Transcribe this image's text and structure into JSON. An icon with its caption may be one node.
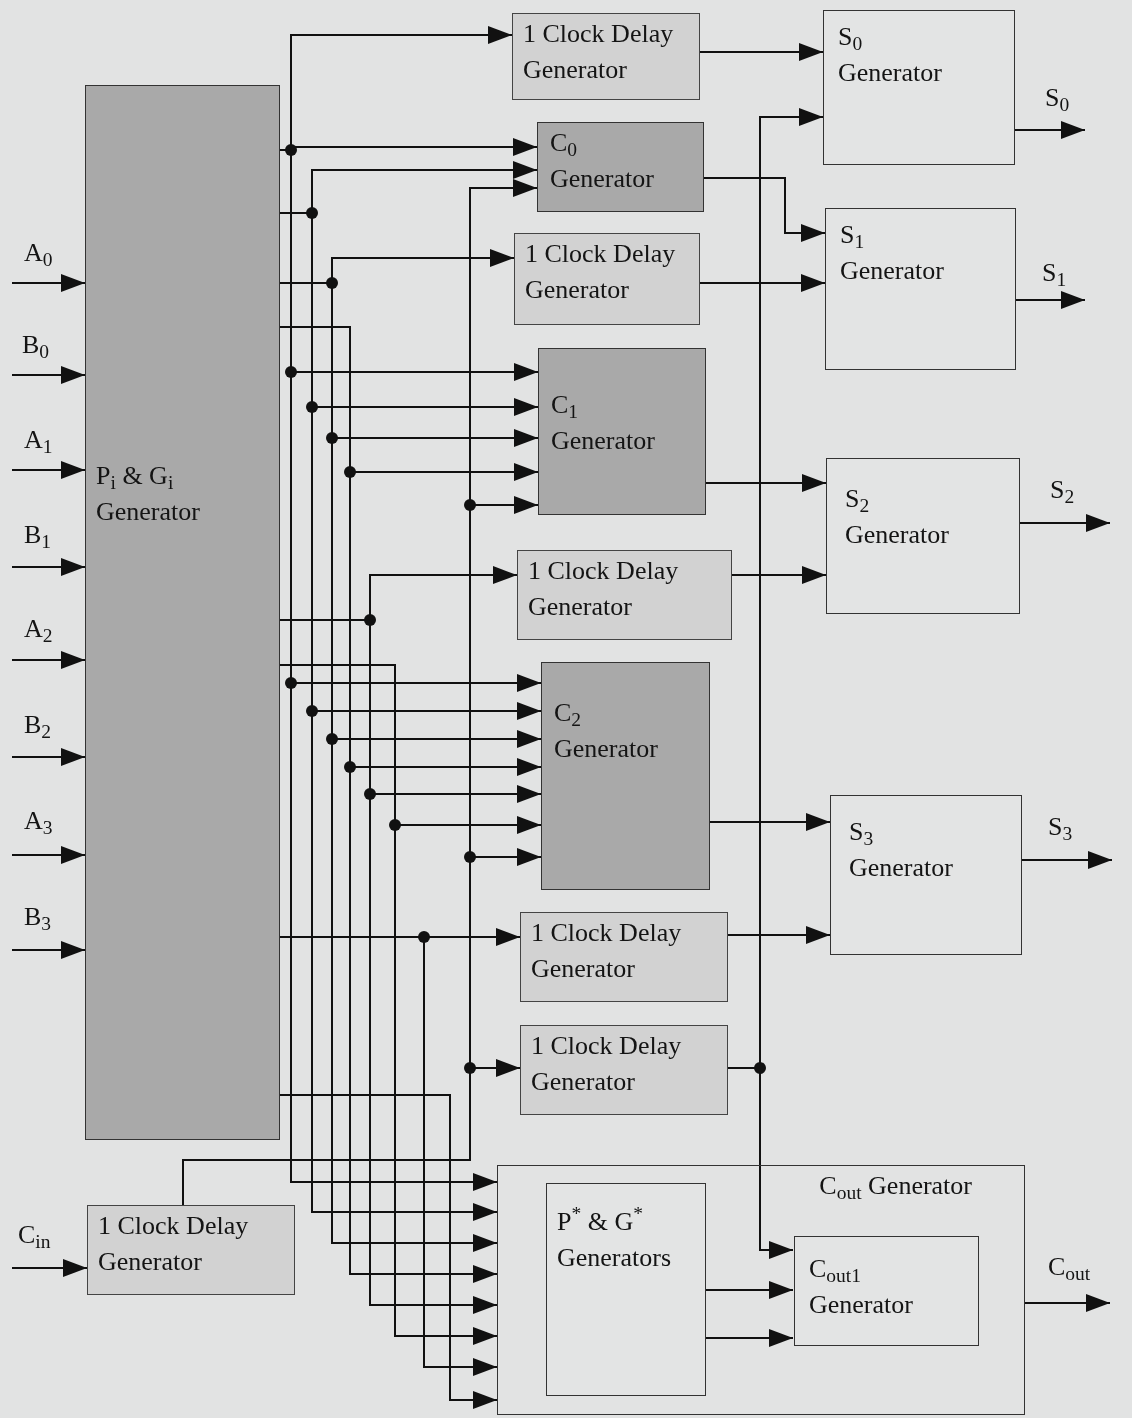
{
  "diagram": {
    "nodes": [
      {
        "text": [
          "P$_{i}$ & G$_{i}$ Generator"
        ]
      },
      {
        "text": [
          "1 Clock Delay Generator"
        ]
      },
      {
        "text": [
          "C$_{0}$ Generator"
        ]
      },
      {
        "text": [
          "1 Clock Delay Generator"
        ]
      },
      {
        "text": [
          "C$_{1}$ Generator"
        ]
      },
      {
        "text": [
          "1 Clock Delay Generator"
        ]
      },
      {
        "text": [
          "C$_{2}$ Generator"
        ]
      },
      {
        "text": [
          "1 Clock Delay Generator"
        ]
      },
      {
        "text": [
          "1 Clock Delay Generator"
        ]
      },
      {
        "text": [
          "S$_{0}$ Generator"
        ]
      },
      {
        "text": [
          "S$_{1}$ Generator"
        ]
      },
      {
        "text": [
          "S$_{2}$ Generator"
        ]
      },
      {
        "text": [
          "S$_{3}$ Generator"
        ]
      },
      {
        "text": [
          "1 Clock Delay Generator"
        ]
      },
      {
        "text": [
          "C$_{out}$ Generator"
        ]
      },
      {
        "text": [
          "P$^{*}$ & G$^{*}$ Generators"
        ],
        "in": 14
      },
      {
        "text": [
          "C$_{out1}$ Generator"
        ],
        "in": 14
      }
    ],
    "edges": [
      {
        "from": null,
        "to": 0,
        "arrow": "to",
        "label": "A$_{0}$"
      },
      {
        "from": null,
        "to": 0,
        "arrow": "to",
        "label": "B$_{0}$"
      },
      {
        "from": null,
        "to": 0,
        "arrow": "to",
        "label": "A$_{1}$"
      },
      {
        "from": null,
        "to": 0,
        "arrow": "to",
        "label": "B$_{1}$"
      },
      {
        "from": null,
        "to": 0,
        "arrow": "to",
        "label": "A$_{2}$"
      },
      {
        "from": null,
        "to": 0,
        "arrow": "to",
        "label": "B$_{2}$"
      },
      {
        "from": null,
        "to": 0,
        "arrow": "to",
        "label": "A$_{3}$"
      },
      {
        "from": null,
        "to": 0,
        "arrow": "to",
        "label": "B$_{3}$"
      },
      {
        "from": null,
        "to": 13,
        "arrow": "to",
        "label": "C$_{in}$"
      },
      {
        "from": 0,
        "to": 1,
        "arrow": "to"
      },
      {
        "from": 0,
        "to": 2,
        "arrow": "to"
      },
      {
        "from": 0,
        "to": 4,
        "arrow": "to"
      },
      {
        "from": 0,
        "to": 6,
        "arrow": "to"
      },
      {
        "from": 0,
        "to": 14,
        "arrow": "to"
      },
      {
        "from": 0,
        "to": 2,
        "arrow": "to"
      },
      {
        "from": 0,
        "to": 4,
        "arrow": "to"
      },
      {
        "from": 0,
        "to": 6,
        "arrow": "to"
      },
      {
        "from": 0,
        "to": 14,
        "arrow": "to"
      },
      {
        "from": 0,
        "to": 3,
        "arrow": "to"
      },
      {
        "from": 0,
        "to": 4,
        "arrow": "to"
      },
      {
        "from": 0,
        "to": 6,
        "arrow": "to"
      },
      {
        "from": 0,
        "to": 14,
        "arrow": "to"
      },
      {
        "from": 0,
        "to": 4,
        "arrow": "to"
      },
      {
        "from": 0,
        "to": 6,
        "arrow": "to"
      },
      {
        "from": 0,
        "to": 14,
        "arrow": "to"
      },
      {
        "from": 0,
        "to": 5,
        "arrow": "to"
      },
      {
        "from": 0,
        "to": 6,
        "arrow": "to"
      },
      {
        "from": 0,
        "to": 14,
        "arrow": "to"
      },
      {
        "from": 0,
        "to": 6,
        "arrow": "to"
      },
      {
        "from": 0,
        "to": 14,
        "arrow": "to"
      },
      {
        "from": 0,
        "to": 7,
        "arrow": "to"
      },
      {
        "from": 0,
        "to": 14,
        "arrow": "to"
      },
      {
        "from": 0,
        "to": 14,
        "arrow": "to"
      },
      {
        "from": 13,
        "to": 2,
        "arrow": "to"
      },
      {
        "from": 13,
        "to": 4,
        "arrow": "to"
      },
      {
        "from": 13,
        "to": 6,
        "arrow": "to"
      },
      {
        "from": 13,
        "to": 8,
        "arrow": "to"
      },
      {
        "from": 1,
        "to": 9,
        "arrow": "to"
      },
      {
        "from": 8,
        "to": 9,
        "arrow": "to"
      },
      {
        "from": 8,
        "to": 16,
        "arrow": "to"
      },
      {
        "from": 2,
        "to": 10,
        "arrow": "to"
      },
      {
        "from": 3,
        "to": 10,
        "arrow": "to"
      },
      {
        "from": 4,
        "to": 11,
        "arrow": "to"
      },
      {
        "from": 5,
        "to": 11,
        "arrow": "to"
      },
      {
        "from": 6,
        "to": 12,
        "arrow": "to"
      },
      {
        "from": 7,
        "to": 12,
        "arrow": "to"
      },
      {
        "from": 15,
        "to": 16,
        "arrow": "to"
      },
      {
        "from": 15,
        "to": 16,
        "arrow": "to"
      },
      {
        "from": 9,
        "to": null,
        "arrow": "to",
        "label": "S$_{0}$"
      },
      {
        "from": 10,
        "to": null,
        "arrow": "to",
        "label": "S$_{1}$"
      },
      {
        "from": 11,
        "to": null,
        "arrow": "to",
        "label": "S$_{2}$"
      },
      {
        "from": 12,
        "to": null,
        "arrow": "to",
        "label": "S$_{3}$"
      },
      {
        "from": 14,
        "to": null,
        "arrow": "to",
        "label": "C$_{out}$"
      }
    ]
  }
}
